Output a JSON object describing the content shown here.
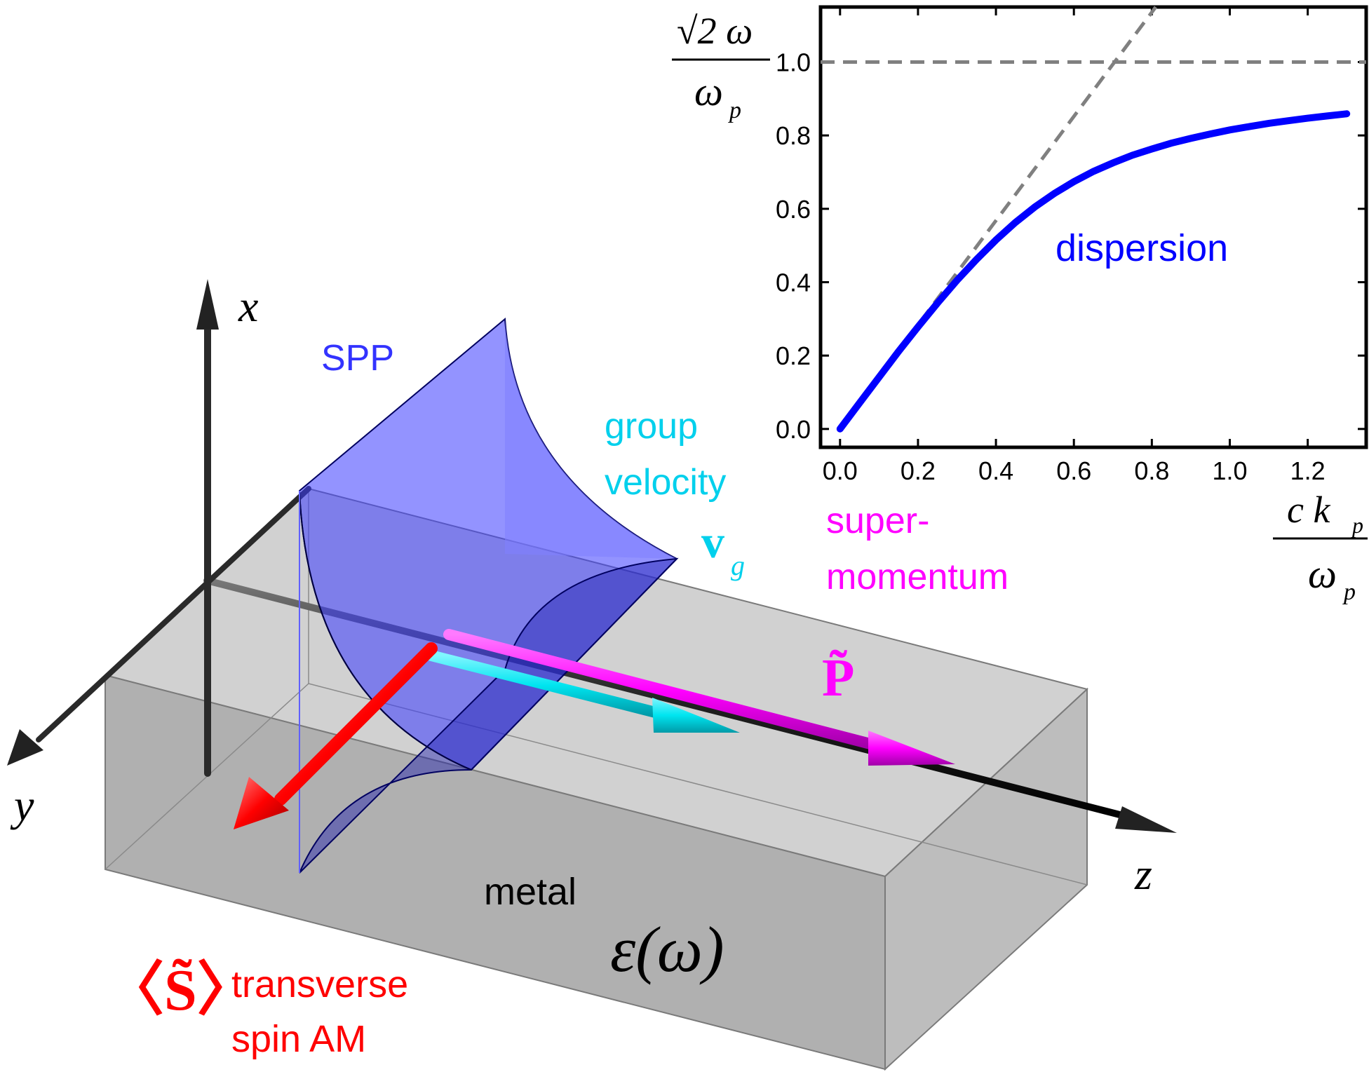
{
  "diagram": {
    "axis_x": "x",
    "axis_y": "y",
    "axis_z": "z",
    "spp_label": "SPP",
    "group_velocity_line1": "group",
    "group_velocity_line2": "velocity",
    "vg_symbol": "v",
    "vg_subscript": "g",
    "supermomentum_line1": "super-",
    "supermomentum_line2": "momentum",
    "P_symbol": "P̃",
    "spin_symbol": "〈S̃〉",
    "spin_line1": "transverse",
    "spin_line2": "spin AM",
    "metal_label": "metal",
    "epsilon_label": "ε(ω)"
  },
  "colors": {
    "spp": "#3333ff",
    "metal": "#a8a8a8",
    "group_velocity": "#00e5f0",
    "supermomentum": "#ff00ff",
    "spin": "#ff0000",
    "dispersion": "#0000ff",
    "dashed": "#808080"
  },
  "chart_data": {
    "type": "line",
    "ylabel_num": "√2 ω",
    "ylabel_den": "ω",
    "ylabel_den_sub": "p",
    "xlabel_num": "c k",
    "xlabel_num_sub": "p",
    "xlabel_den": "ω",
    "xlabel_den_sub": "p",
    "xlim": [
      -0.05,
      1.35
    ],
    "ylim": [
      -0.05,
      1.15
    ],
    "xticks": [
      0.0,
      0.2,
      0.4,
      0.6,
      0.8,
      1.0,
      1.2
    ],
    "xtick_labels": [
      "0.0",
      "0.2",
      "0.4",
      "0.6",
      "0.8",
      "1.0",
      "1.2"
    ],
    "yticks": [
      0.0,
      0.2,
      0.4,
      0.6,
      0.8,
      1.0
    ],
    "ytick_labels": [
      "0.0",
      "0.2",
      "0.4",
      "0.6",
      "0.8",
      "1.0"
    ],
    "series": [
      {
        "label": "dispersion",
        "x": [
          0.0,
          0.05,
          0.1,
          0.15,
          0.2,
          0.25,
          0.3,
          0.35,
          0.4,
          0.45,
          0.5,
          0.55,
          0.6,
          0.65,
          0.7,
          0.75,
          0.8,
          0.85,
          0.9,
          0.95,
          1.0,
          1.05,
          1.1,
          1.15,
          1.2,
          1.25,
          1.3
        ],
        "y": [
          0.0,
          0.071,
          0.141,
          0.211,
          0.278,
          0.343,
          0.405,
          0.462,
          0.515,
          0.563,
          0.605,
          0.642,
          0.674,
          0.702,
          0.725,
          0.746,
          0.763,
          0.779,
          0.792,
          0.804,
          0.815,
          0.824,
          0.833,
          0.84,
          0.847,
          0.853,
          0.859
        ]
      }
    ],
    "reference_lines": [
      {
        "kind": "horizontal",
        "y": 1.0
      },
      {
        "kind": "light-line",
        "x": [
          0.0,
          0.81
        ],
        "y": [
          0.0,
          1.15
        ]
      }
    ]
  }
}
